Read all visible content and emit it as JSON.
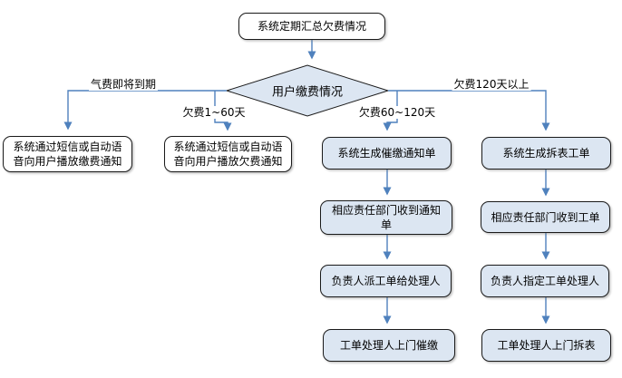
{
  "flowchart": {
    "start": "系统定期汇总欠费情况",
    "decision": "用户缴费情况",
    "branches": [
      {
        "condition": "气费即将到期",
        "steps": [
          "系统通过短信或自动语音向用户播放缴费通知"
        ]
      },
      {
        "condition": "欠费1~60天",
        "steps": [
          "系统通过短信或自动语音向用户播放欠费通知"
        ]
      },
      {
        "condition": "欠费60~120天",
        "steps": [
          "系统生成催缴通知单",
          "相应责任部门收到通知单",
          "负责人派工单给处理人",
          "工单处理人上门催缴"
        ]
      },
      {
        "condition": "欠费120天以上",
        "steps": [
          "系统生成拆表工单",
          "相应责任部门收到工单",
          "负责人指定工单处理人",
          "工单处理人上门拆表"
        ]
      }
    ],
    "colors": {
      "process_fill": "#dce6f2",
      "notice_fill": "#ffffff",
      "connector": "#4f81bd",
      "shape_border": "#1a1a1a",
      "text": "#000000",
      "background": "#ffffff"
    }
  }
}
